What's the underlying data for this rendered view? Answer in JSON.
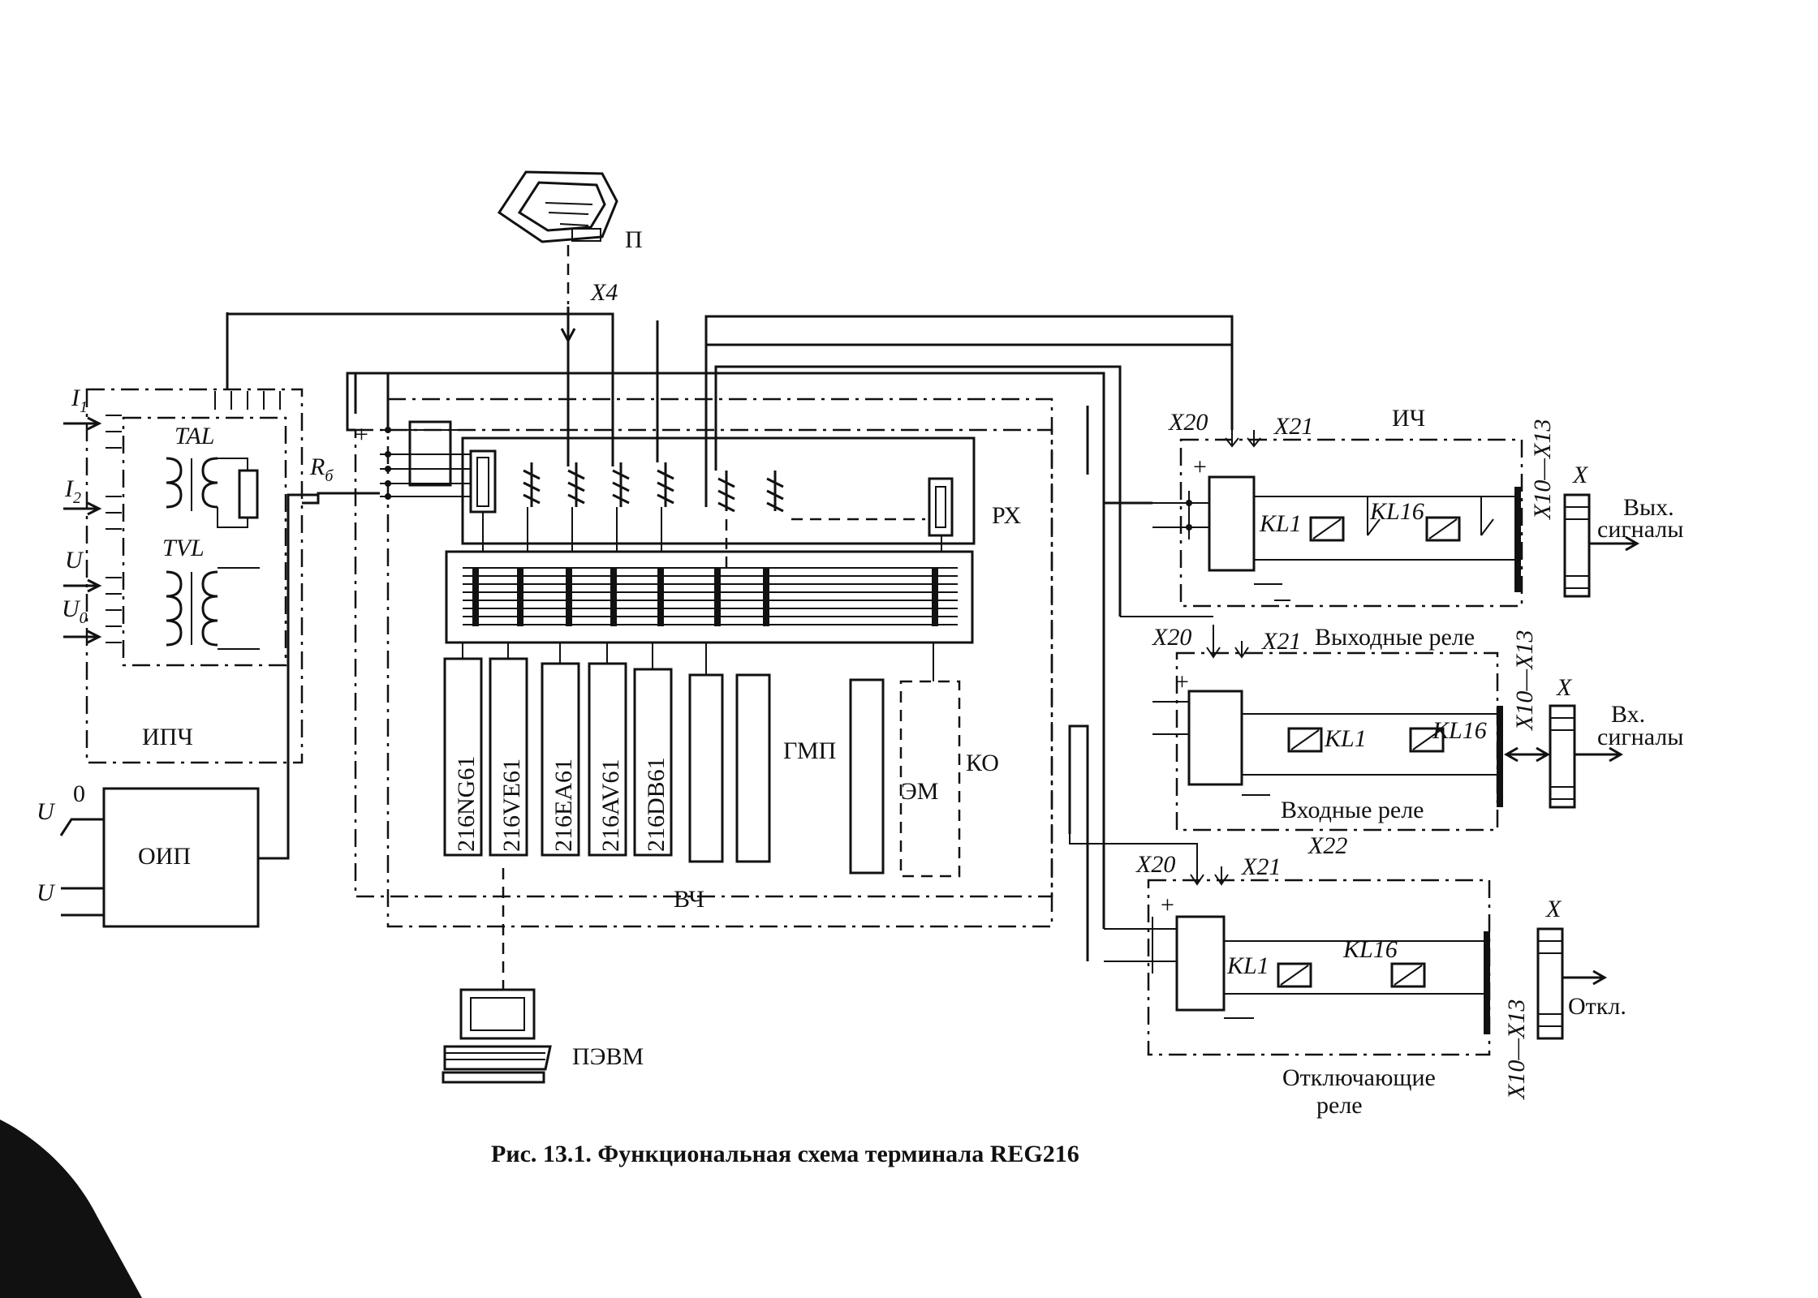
{
  "labels": {
    "printer": "П",
    "x4": "X4",
    "i1": "I",
    "i1_sub": "1",
    "i2": "I",
    "i2_sub": "2",
    "u": "U",
    "u0": "U",
    "u0_sub": "0",
    "tal": "TAL",
    "tvl": "TVL",
    "ipch": "ИПЧ",
    "r6": "R",
    "r6_sub": "б",
    "plus": "+",
    "px": "РХ",
    "oip": "ОИП",
    "oip_u1": "U",
    "oip_u1_zero": "0",
    "oip_u2": "U",
    "vch": "ВЧ",
    "gmp": "ГМП",
    "ko": "КО",
    "em": "ЭМ",
    "pevm": "ПЭВМ",
    "ich": "ИЧ"
  },
  "modules": [
    "216NG61",
    "216VE61",
    "216EA61",
    "216AV61",
    "216DB61"
  ],
  "relay_groups": [
    {
      "x20": "X20",
      "x21": "X21",
      "kl1": "KL1",
      "kl16": "KL16",
      "plus": "+",
      "caption": "Выходные реле",
      "x1013": "X10—X13",
      "x": "X",
      "signal1": "Вых.",
      "signal2": "сигналы"
    },
    {
      "x20": "X20",
      "x21": "X21",
      "kl1": "KL1",
      "kl16": "KL16",
      "plus": "+",
      "caption": "Входные реле",
      "x1013": "X10—X13",
      "x": "X",
      "signal1": "Вх.",
      "signal2": "сигналы",
      "x22": "X22"
    },
    {
      "x20": "X20",
      "x21": "X21",
      "kl1": "KL1",
      "kl16": "KL16",
      "plus": "+",
      "caption1": "Отключающие",
      "caption2": "реле",
      "x1013": "X10—X13",
      "x": "X",
      "signal1": "Откл."
    }
  ],
  "caption": "Рис. 13.1. Функциональная схема терминала REG216",
  "colors": {
    "ink": "#111111",
    "paper": "#ffffff"
  }
}
